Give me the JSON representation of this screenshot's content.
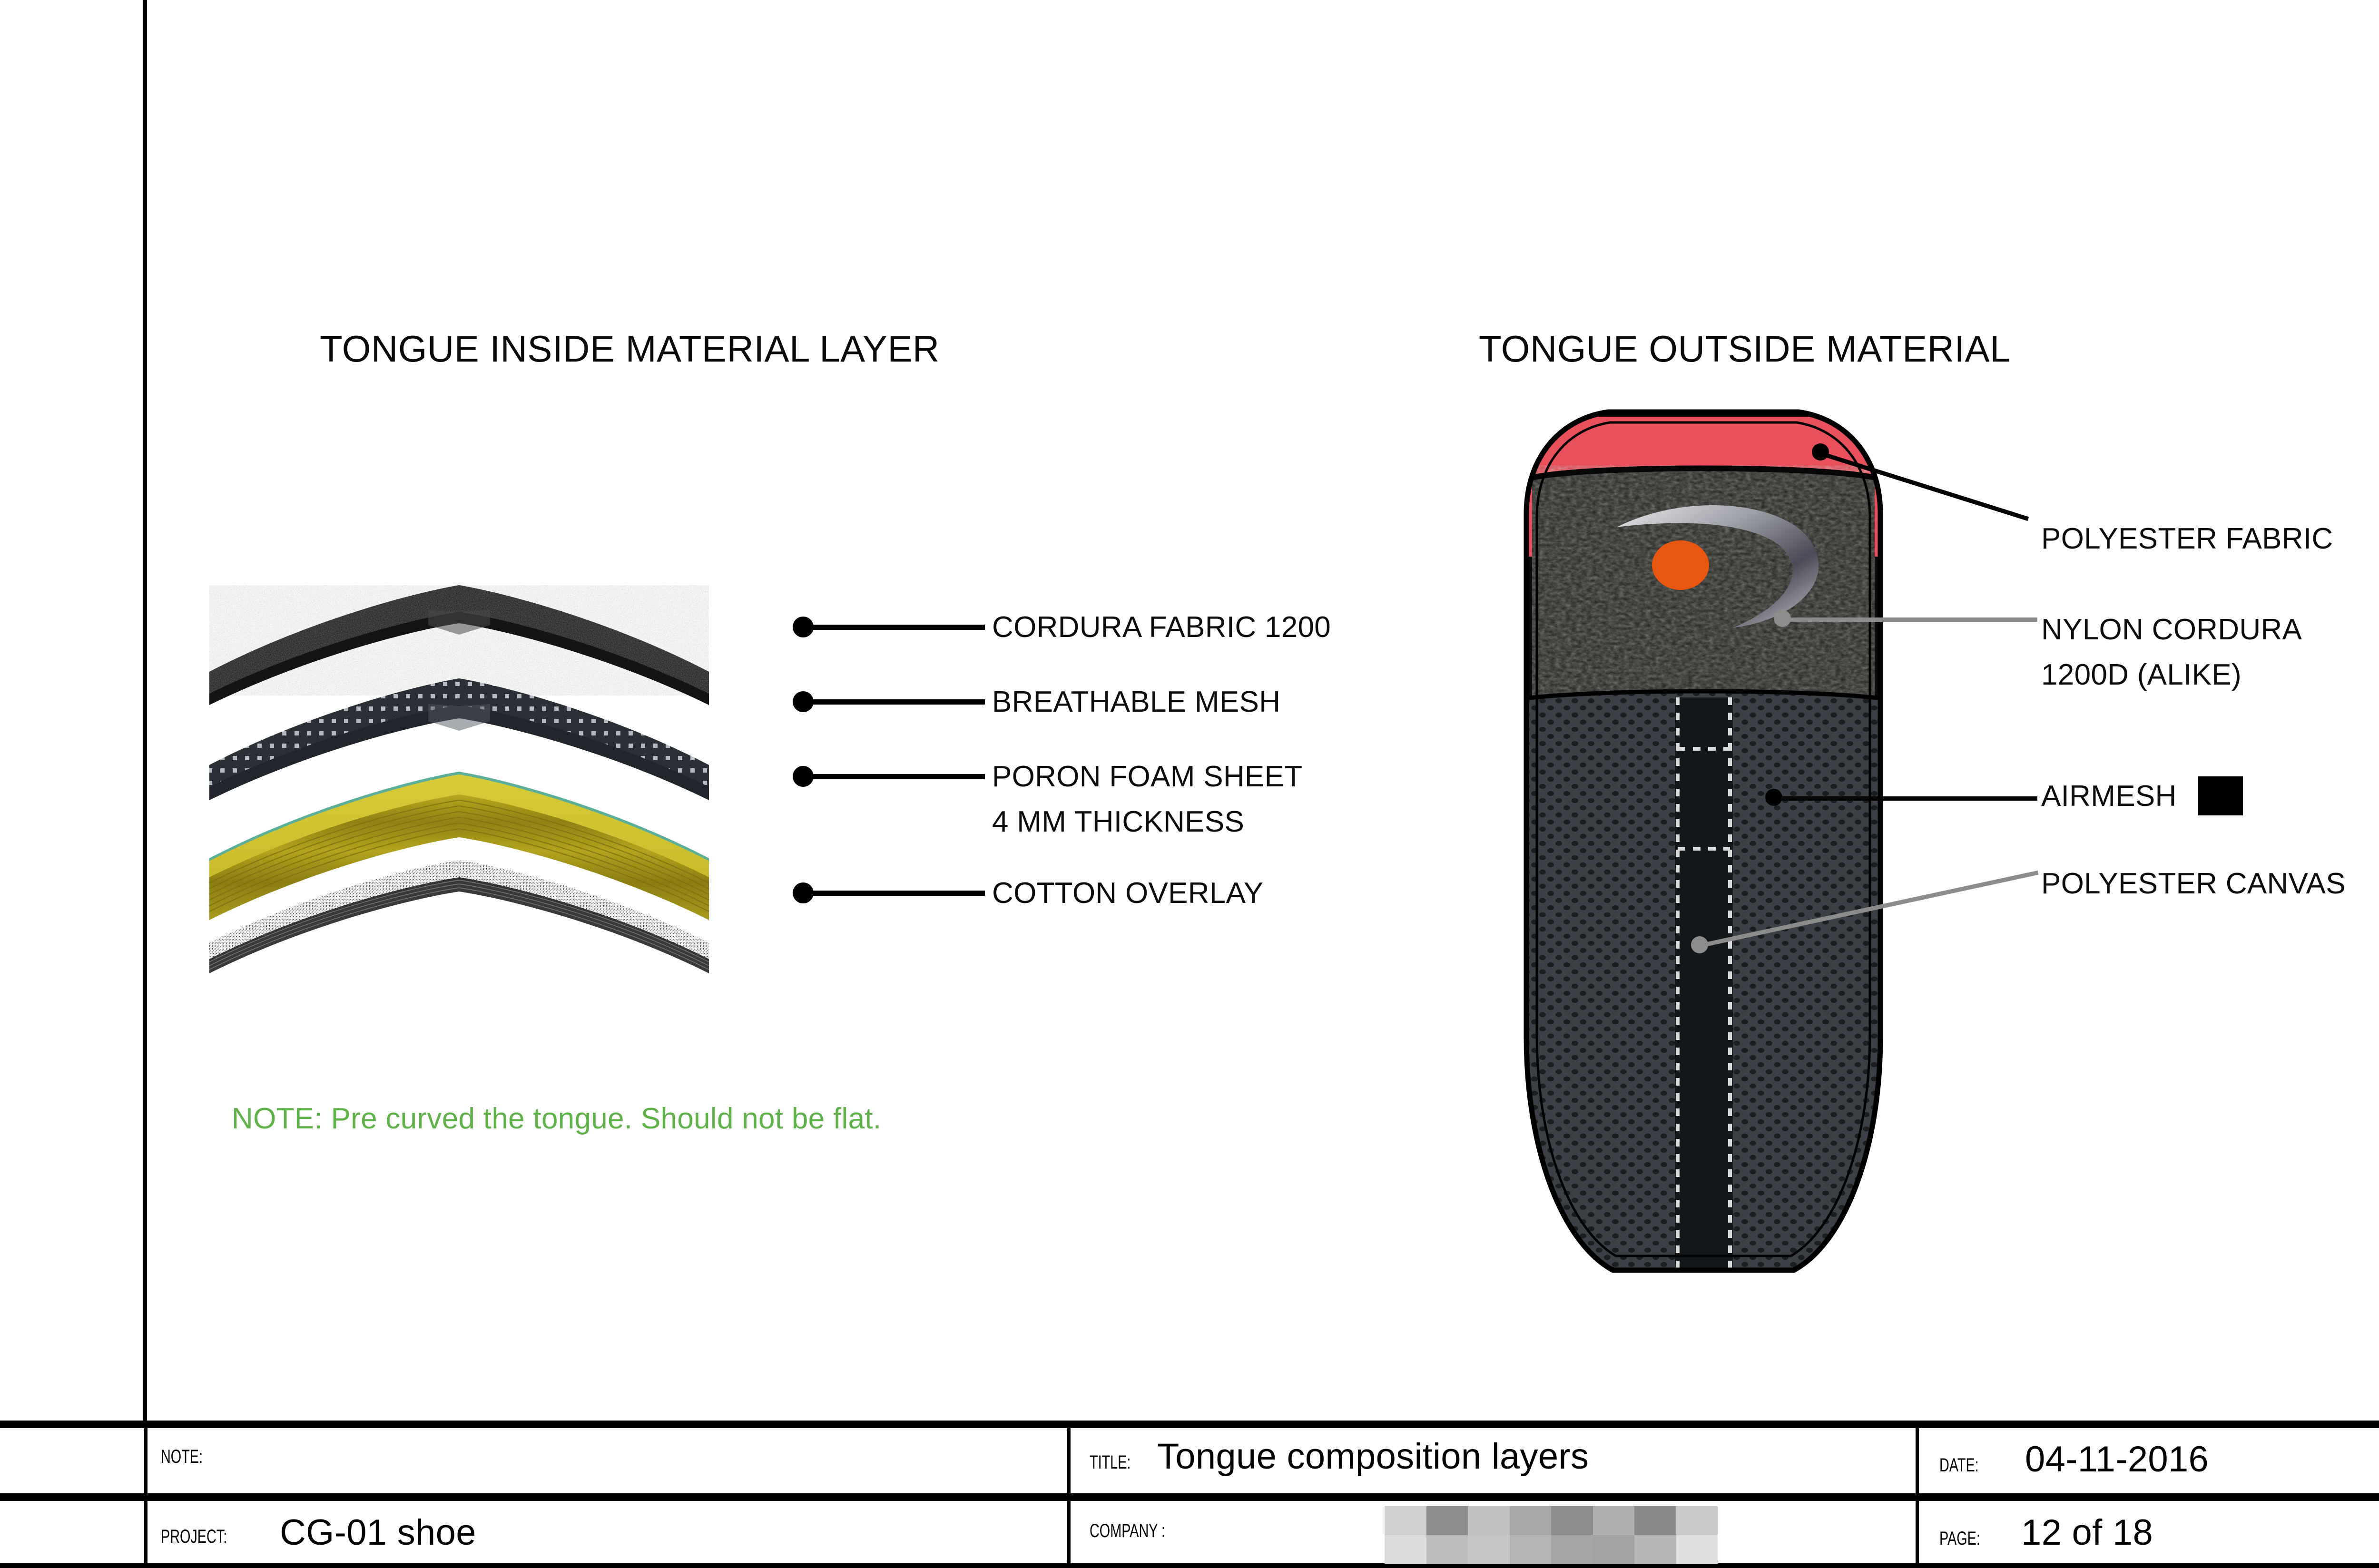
{
  "headings": {
    "left": "TONGUE INSIDE MATERIAL LAYER",
    "right": "TONGUE OUTSIDE MATERIAL"
  },
  "left_diagram": {
    "callouts": [
      {
        "label": "CORDURA FABRIC 1200",
        "label2": ""
      },
      {
        "label": "BREATHABLE MESH",
        "label2": ""
      },
      {
        "label": "PORON FOAM SHEET",
        "label2": "4 MM  THICKNESS"
      },
      {
        "label": "COTTON OVERLAY",
        "label2": ""
      }
    ],
    "layer_colors": {
      "cordura": "#1c1c1c",
      "mesh": "#2b2f36",
      "foam": "#cfc231",
      "foam_edge": "#9a8d16",
      "cotton": "#d9d9d9"
    }
  },
  "note": "NOTE:  Pre curved the tongue. Should not be flat.",
  "note_color": "#5fb24a",
  "right_diagram": {
    "callouts": [
      {
        "label": "POLYESTER FABRIC",
        "label2": "",
        "leader": "black"
      },
      {
        "label": "NYLON CORDURA",
        "label2": "1200D (ALIKE)",
        "leader": "gray"
      },
      {
        "label": "AIRMESH",
        "label2": "",
        "leader": "black",
        "swatch": "#000000"
      },
      {
        "label": "POLYESTER CANVAS",
        "label2": "",
        "leader": "gray"
      }
    ],
    "colors": {
      "polyester_band": "#e8505b",
      "cordura_upper": "#23241f",
      "airmesh_lower": "#3a4045",
      "canvas_strip": "#14171a",
      "outline": "#000000",
      "logo_dot": "#e8560f",
      "swoosh": "#8d8f96",
      "stitch": "#d8d8d8"
    }
  },
  "title_block": {
    "note_key": "NOTE:",
    "note_value": "",
    "project_key": "PROJECT:",
    "project_value": "CG-01 shoe",
    "title_key": "TITLE:",
    "title_value": "Tongue composition layers",
    "company_key": "COMPANY :",
    "company_value": "",
    "date_key": "DATE:",
    "date_value": "04-11-2016",
    "page_key": "PAGE:",
    "page_value": "12 of 18"
  }
}
